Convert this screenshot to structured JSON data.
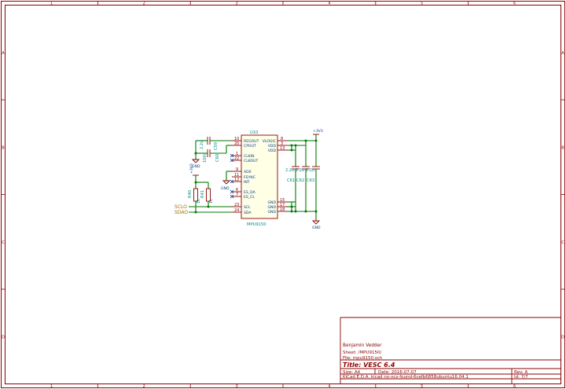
{
  "frame": {
    "columns": [
      "1",
      "2",
      "3",
      "4",
      "5",
      "6"
    ],
    "rows": [
      "A",
      "B",
      "C",
      "D"
    ]
  },
  "ic": {
    "reference": "U10",
    "value": "MPU9150",
    "left_pins": [
      {
        "num": "10",
        "name": "REGOUT"
      },
      {
        "num": "20",
        "name": "CPOUT"
      },
      {
        "num": "1",
        "name": "CLKIN"
      },
      {
        "num": "22",
        "name": "CLKOUT"
      },
      {
        "num": "9",
        "name": "AD0"
      },
      {
        "num": "11",
        "name": "FSYNC"
      },
      {
        "num": "12",
        "name": "INT"
      },
      {
        "num": "6",
        "name": "ES_DA"
      },
      {
        "num": "7",
        "name": "ES_CL"
      },
      {
        "num": "23",
        "name": "SCL"
      },
      {
        "num": "24",
        "name": "SDA"
      }
    ],
    "right_pins": [
      {
        "num": "8",
        "name": "VLOGIC"
      },
      {
        "num": "3",
        "name": "VDD"
      },
      {
        "num": "13",
        "name": "VDD"
      },
      {
        "num": "15",
        "name": "GND"
      },
      {
        "num": "17",
        "name": "GND"
      },
      {
        "num": "18",
        "name": "GND"
      }
    ]
  },
  "components": {
    "c59": {
      "ref": "C59",
      "value": "2.2u"
    },
    "c60": {
      "ref": "C60",
      "value": "100n"
    },
    "r40": {
      "ref": "R40",
      "value": "1k"
    },
    "r41": {
      "ref": "R41",
      "value": "1k"
    },
    "c61": {
      "ref": "C61",
      "value": "2.2u"
    },
    "c62": {
      "ref": "C62",
      "value": "2.2u"
    },
    "c63": {
      "ref": "C63",
      "value": "2.2u"
    }
  },
  "power": {
    "vcc_label": "+3V3",
    "gnd_label": "GND"
  },
  "labels": {
    "scl": "SCLO",
    "sda": "SDAO"
  },
  "title_block": {
    "author": "Benjamin Vedder",
    "sheet": "Sheet: /MPU9150/",
    "file": "File: mpu9150.sch",
    "title": "Title: VESC 6.4",
    "size": "Size: A4",
    "date": "Date: 2016-07-07",
    "rev": "Rev: A",
    "tool": "KiCad E.D.A.  kicad no-vcs-found-6cefb6858ubuntu16.04.1",
    "id": "Id: 7/7"
  }
}
